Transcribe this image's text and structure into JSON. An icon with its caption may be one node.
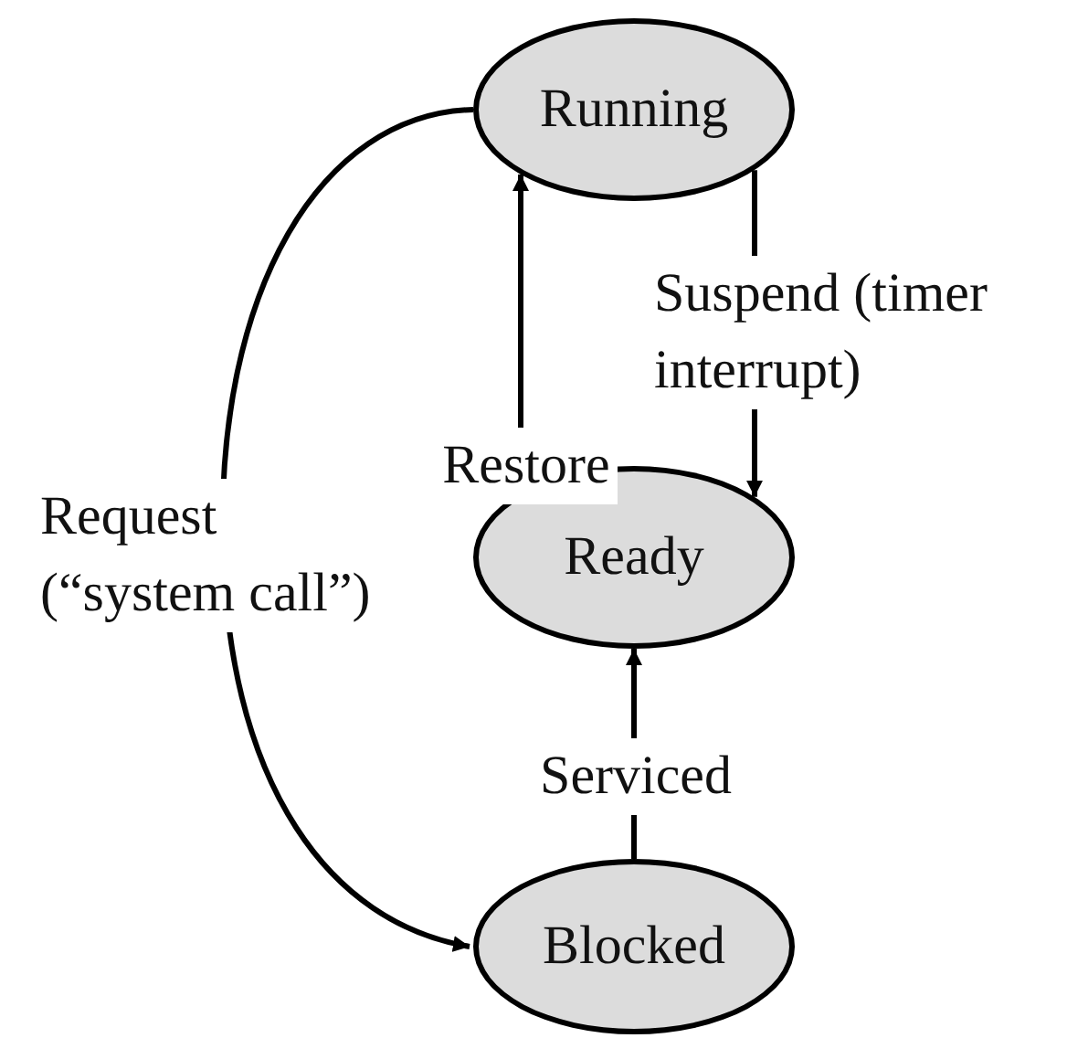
{
  "diagram": {
    "nodes": [
      {
        "text": [
          "Running"
        ]
      },
      {
        "text": [
          "Ready"
        ]
      },
      {
        "text": [
          "Blocked"
        ]
      }
    ],
    "edges": [
      {
        "from": 0,
        "to": 2,
        "arrow": "to",
        "label": "Request (“system call”)"
      },
      {
        "from": 1,
        "to": 0,
        "arrow": "to",
        "label": "Restore"
      },
      {
        "from": 0,
        "to": 1,
        "arrow": "to",
        "label": "Suspend (timer interrupt)"
      },
      {
        "from": 2,
        "to": 1,
        "arrow": "to",
        "label": "Serviced"
      }
    ]
  }
}
